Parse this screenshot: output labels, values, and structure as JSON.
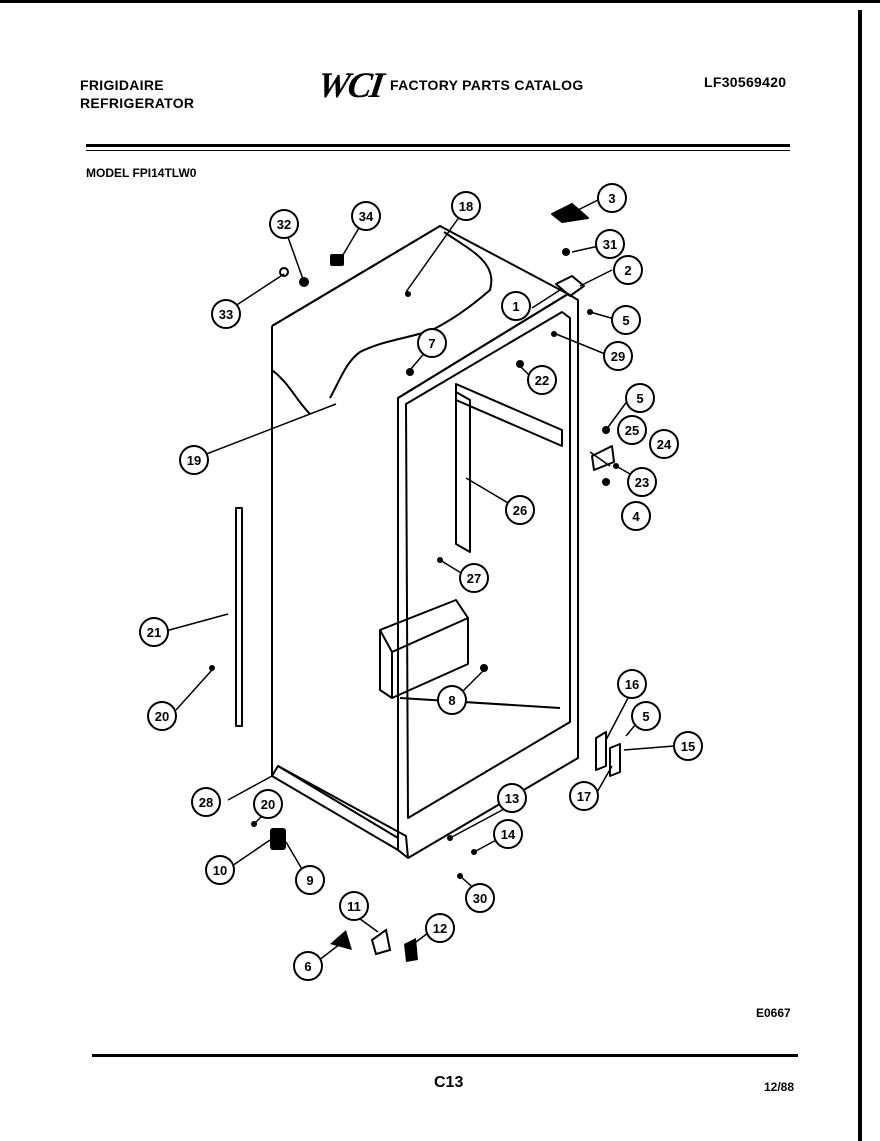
{
  "header": {
    "brand_line1": "FRIGIDAIRE",
    "brand_line2": "REFRIGERATOR",
    "logo_text": "WCI",
    "catalog_title": "FACTORY PARTS CATALOG",
    "catalog_number": "LF30569420"
  },
  "model_label": "MODEL FPI14TLW0",
  "diagram_code": "E0667",
  "footer": {
    "page": "C13",
    "date": "12/88"
  },
  "callouts": [
    "1",
    "2",
    "3",
    "4",
    "5",
    "5",
    "5",
    "6",
    "7",
    "8",
    "9",
    "10",
    "11",
    "12",
    "13",
    "14",
    "15",
    "16",
    "17",
    "18",
    "19",
    "20",
    "20",
    "21",
    "22",
    "23",
    "24",
    "25",
    "26",
    "27",
    "28",
    "29",
    "30",
    "31",
    "32",
    "33",
    "34"
  ]
}
